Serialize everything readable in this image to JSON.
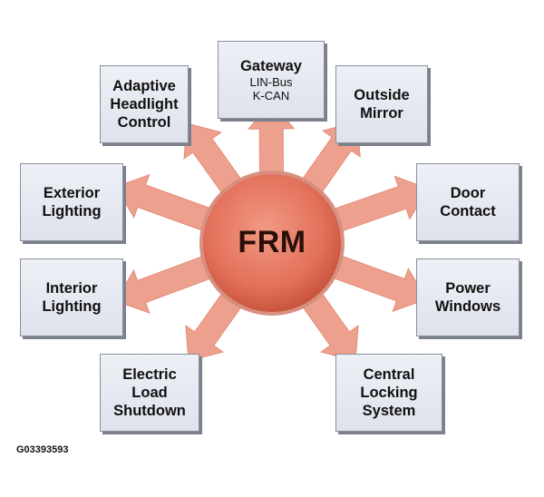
{
  "hub": {
    "label": "FRM"
  },
  "nodes": {
    "gateway": {
      "title": "Gateway",
      "lines": [
        "LIN-Bus",
        "K-CAN"
      ]
    },
    "adaptive_headlight": {
      "lines": [
        "Adaptive",
        "Headlight",
        "Control"
      ]
    },
    "outside_mirror": {
      "lines": [
        "Outside",
        "Mirror"
      ]
    },
    "exterior_lighting": {
      "lines": [
        "Exterior",
        "Lighting"
      ]
    },
    "door_contact": {
      "lines": [
        "Door",
        "Contact"
      ]
    },
    "interior_lighting": {
      "lines": [
        "Interior",
        "Lighting"
      ]
    },
    "power_windows": {
      "lines": [
        "Power",
        "Windows"
      ]
    },
    "electric_load_shutdown": {
      "lines": [
        "Electric",
        "Load",
        "Shutdown"
      ]
    },
    "central_locking": {
      "lines": [
        "Central",
        "Locking",
        "System"
      ]
    }
  },
  "caption": "G03393593",
  "colors": {
    "hub_fill": "#e87a63",
    "arrow_fill": "#eea08f",
    "box_fill": "#e6e8f0",
    "box_border": "#8a8f9c"
  }
}
